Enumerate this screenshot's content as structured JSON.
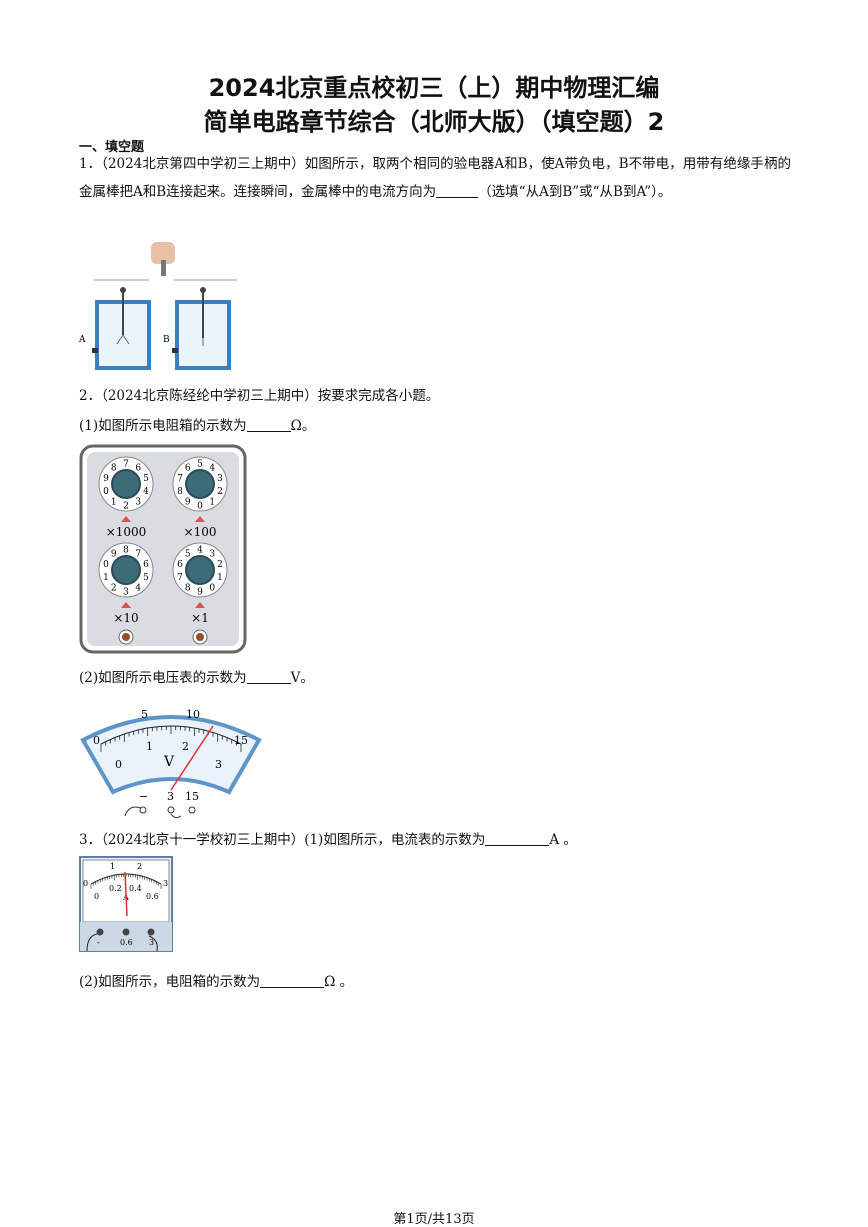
{
  "header": {
    "title_line1": "2024北京重点校初三（上）期中物理汇编",
    "title_line2": "简单电路章节综合（北师大版）（填空题）2"
  },
  "section_title": "一、填空题",
  "q1": {
    "text_a": "1．（2024北京第四中学初三上期中）如图所示，取两个相同的验电器A和B，使A带负电，B不带电，用带有绝缘手柄的金属棒把A和B连接起来。连接瞬间，金属棒中的电流方向为",
    "text_b": "（选填“从A到B”或“从B到A”）。",
    "fig_label_a": "A",
    "fig_label_b": "B"
  },
  "q2": {
    "intro": "2．（2024北京陈经纶中学初三上期中）按要求完成各小题。",
    "part1_a": "(1)如图所示电阻箱的示数为",
    "part1_b": "Ω。",
    "resistance_box": {
      "dials": [
        {
          "multiplier": "×1000",
          "value": 2
        },
        {
          "multiplier": "×100",
          "value": 0
        },
        {
          "multiplier": "×10",
          "value": 3
        },
        {
          "multiplier": "×1",
          "value": 9
        }
      ]
    },
    "part2_a": "(2)如图所示电压表的示数为",
    "part2_b": "V。",
    "voltmeter": {
      "unit": "V",
      "upper_scale": [
        "0",
        "5",
        "10",
        "15"
      ],
      "lower_scale": [
        "0",
        "1",
        "2",
        "3"
      ],
      "terminals": [
        "−",
        "3",
        "15"
      ]
    }
  },
  "q3": {
    "text_a": "3．（2024北京十一学校初三上期中）(1)如图所示，电流表的示数为",
    "text_b": "A 。",
    "ammeter": {
      "unit": "A",
      "upper_scale": [
        "0",
        "1",
        "2",
        "3"
      ],
      "lower_scale": [
        "0",
        "0.2",
        "0.4",
        "0.6"
      ],
      "terminals": [
        "-",
        "0.6",
        "3"
      ]
    },
    "part2_a": "(2)如图所示，电阻箱的示数为",
    "part2_b": "Ω 。"
  },
  "footer": "第1页/共13页"
}
